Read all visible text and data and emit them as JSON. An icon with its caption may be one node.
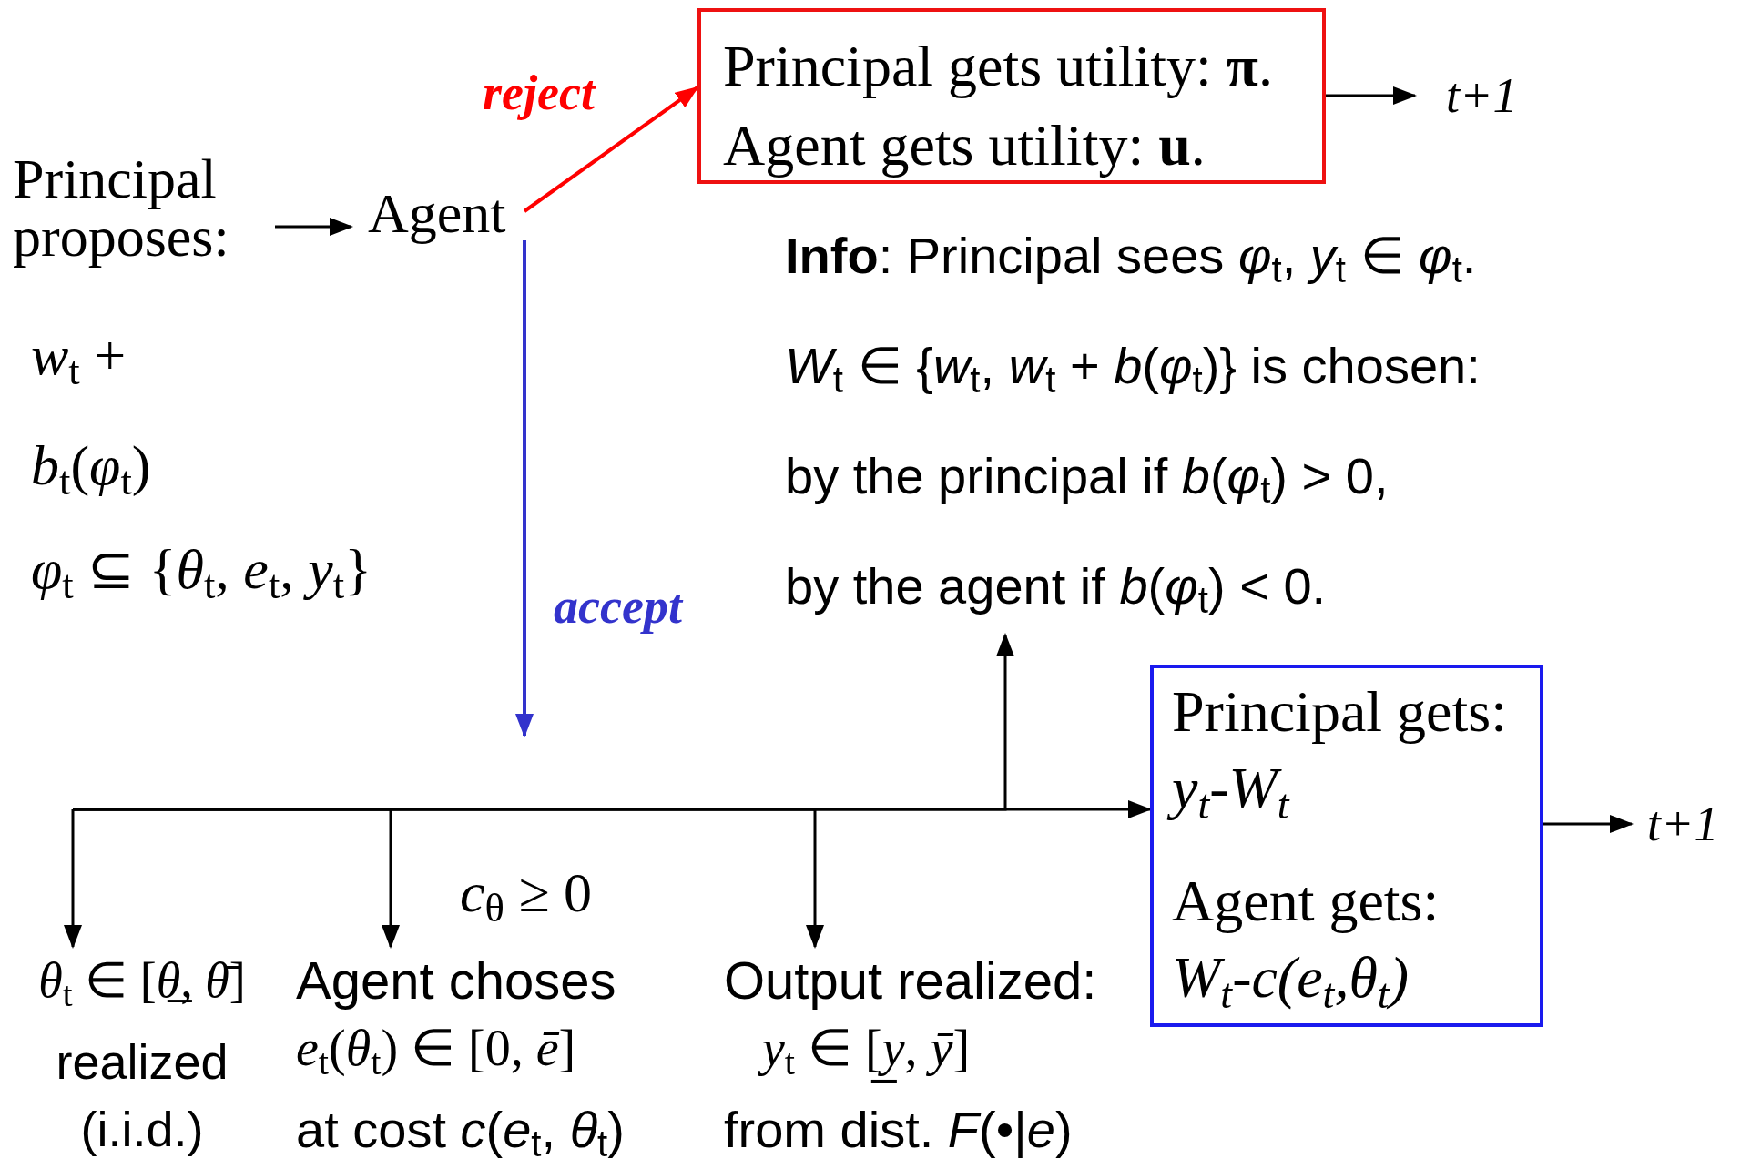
{
  "diagram": {
    "nodes": [
      {
        "text": [
          "Principal proposes:"
        ]
      },
      {
        "text": [
          "Agent"
        ]
      },
      {
        "text": [
          "Principal gets utility: **π**.",
          "Agent gets utility: **u**."
        ]
      },
      {
        "text": [
          "t+1"
        ]
      },
      {
        "text": [
          "**Info**: Principal sees *φ*$_{t}$, *y*$_{t}$ ∈ *φ*$_{t}$.",
          "*W*$_{t}$ ∈ {*w*$_{t}$, *w*$_{t}$ + *b*(*φ*$_{t}$)} is chosen:",
          "by the principal if *b*(*φ*$_{t}$) > 0,",
          "by the agent if *b*(*φ*$_{t}$) < 0."
        ]
      },
      {
        "text": [
          "*θ*$_{t}$ ∈ [*θ̲*, *θ̄*]",
          "realized (i.i.d.)"
        ]
      },
      {
        "text": [
          "Agent choses",
          "*e*$_{t}$(*θ*$_{t}$) ∈ [0, *ē*]",
          "at cost *c*(*e*$_{t}$, *θ*$_{t}$)"
        ]
      },
      {
        "text": [
          "Output realized:",
          "*y*$_{t}$ ∈ [*y̲*, *ȳ*]",
          "from dist. *F*(•|*e*)"
        ]
      },
      {
        "text": [
          "Principal gets:",
          "y$_{t}$-W$_{t}$",
          "Agent gets:",
          "W$_{t}$-c(e$_{t}$,θ$_{t}$)"
        ]
      },
      {
        "text": [
          "t+1"
        ]
      }
    ],
    "edges": [
      {
        "from": 0,
        "to": 1,
        "arrow": "to"
      },
      {
        "from": 1,
        "to": 2,
        "arrow": "to",
        "label": "reject",
        "color": "#ff0000"
      },
      {
        "from": 2,
        "to": 3,
        "arrow": "to"
      },
      {
        "from": 1,
        "to": null,
        "arrow": "to",
        "label": "accept",
        "color": "#3333cc"
      },
      {
        "from": null,
        "to": 5,
        "arrow": "to"
      },
      {
        "from": null,
        "to": 6,
        "arrow": "to"
      },
      {
        "from": null,
        "to": 7,
        "arrow": "to"
      },
      {
        "from": null,
        "to": 4,
        "arrow": "to"
      },
      {
        "from": null,
        "to": 8,
        "arrow": "to"
      },
      {
        "from": 8,
        "to": 9,
        "arrow": "to"
      }
    ],
    "labels": [
      "*w*$_{t}$ + *b*$_{t}$(*φ*$_{t}$)",
      "*φ*$_{t}$ ⊆ {*θ*$_{t}$, *e*$_{t}$, *y*$_{t}$}",
      "*c*$_{θ}$ ≥ 0"
    ]
  }
}
